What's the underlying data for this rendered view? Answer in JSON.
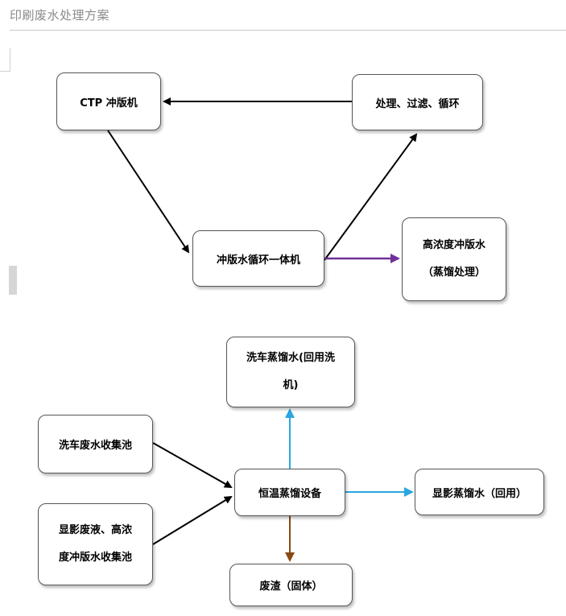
{
  "page": {
    "title": "印刷废水处理方案"
  },
  "diagram1": {
    "nodes": {
      "ctp": "CTP 冲版机",
      "process": "处理、过滤、循环",
      "unit": "冲版水循环一体机",
      "high_conc": "高浓度冲版水\n（蒸馏处理）"
    },
    "colors": {
      "arrow": "#000000",
      "accent": "#6f3198"
    }
  },
  "diagram2": {
    "nodes": {
      "wash_pool": "洗车废水收集池",
      "dev_pool": "显影废液、高浓\n度冲版水收集池",
      "distill": "恒温蒸馏设备",
      "wash_distilled": "洗车蒸馏水(回用洗\n机)",
      "dev_distilled": "显影蒸馏水（回用）",
      "residue": "废渣（固体）"
    },
    "colors": {
      "arrow": "#000000",
      "blue": "#2aa6e0",
      "brown": "#8b4a14"
    }
  }
}
